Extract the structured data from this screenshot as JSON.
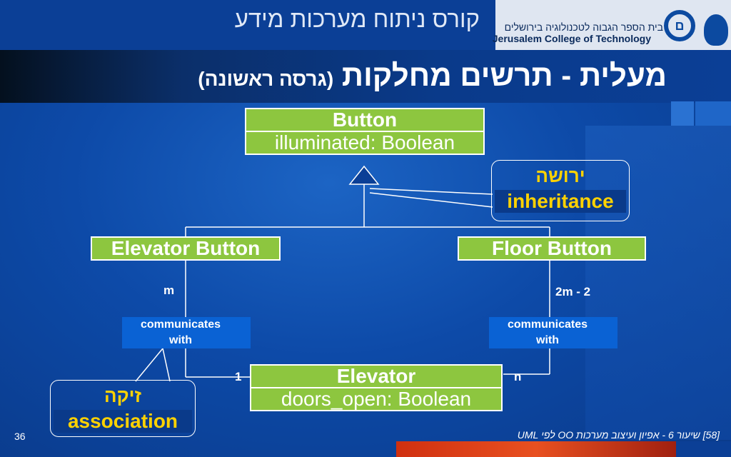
{
  "header": {
    "course_title": "קורס ניתוח מערכות מידע",
    "logo_hebrew": "בית הספר הגבוה לטכנולוגיה בירושלים",
    "logo_english": "Jerusalem College of Technology",
    "logo_ring_text": "ם"
  },
  "slide": {
    "title_main": "מעלית - תרשים מחלקות",
    "title_sub": "(גרסה ראשונה)",
    "number": "36",
    "footer": "[58] שיעור 6 - אפיון ועיצוב מערכות OO לפי UML"
  },
  "diagram": {
    "button": {
      "name": "Button",
      "attr": "illuminated: Boolean"
    },
    "elevator_button": {
      "name": "Elevator Button"
    },
    "floor_button": {
      "name": "Floor Button"
    },
    "elevator": {
      "name": "Elevator",
      "attr": "doors_open: Boolean"
    },
    "inheritance_note": {
      "he": "ירושה",
      "en": "inheritance"
    },
    "association_note": {
      "he": "זיקה",
      "en": "association"
    },
    "assoc_left": {
      "label": "communicates with",
      "mult_top": "m",
      "mult_bottom": "1"
    },
    "assoc_right": {
      "label": "communicates with",
      "mult_top": "2m - 2",
      "mult_bottom": "n"
    }
  },
  "colors": {
    "class_fill": "#8dc63f",
    "note_text": "#ffd200",
    "background": "#0d4aa8"
  }
}
